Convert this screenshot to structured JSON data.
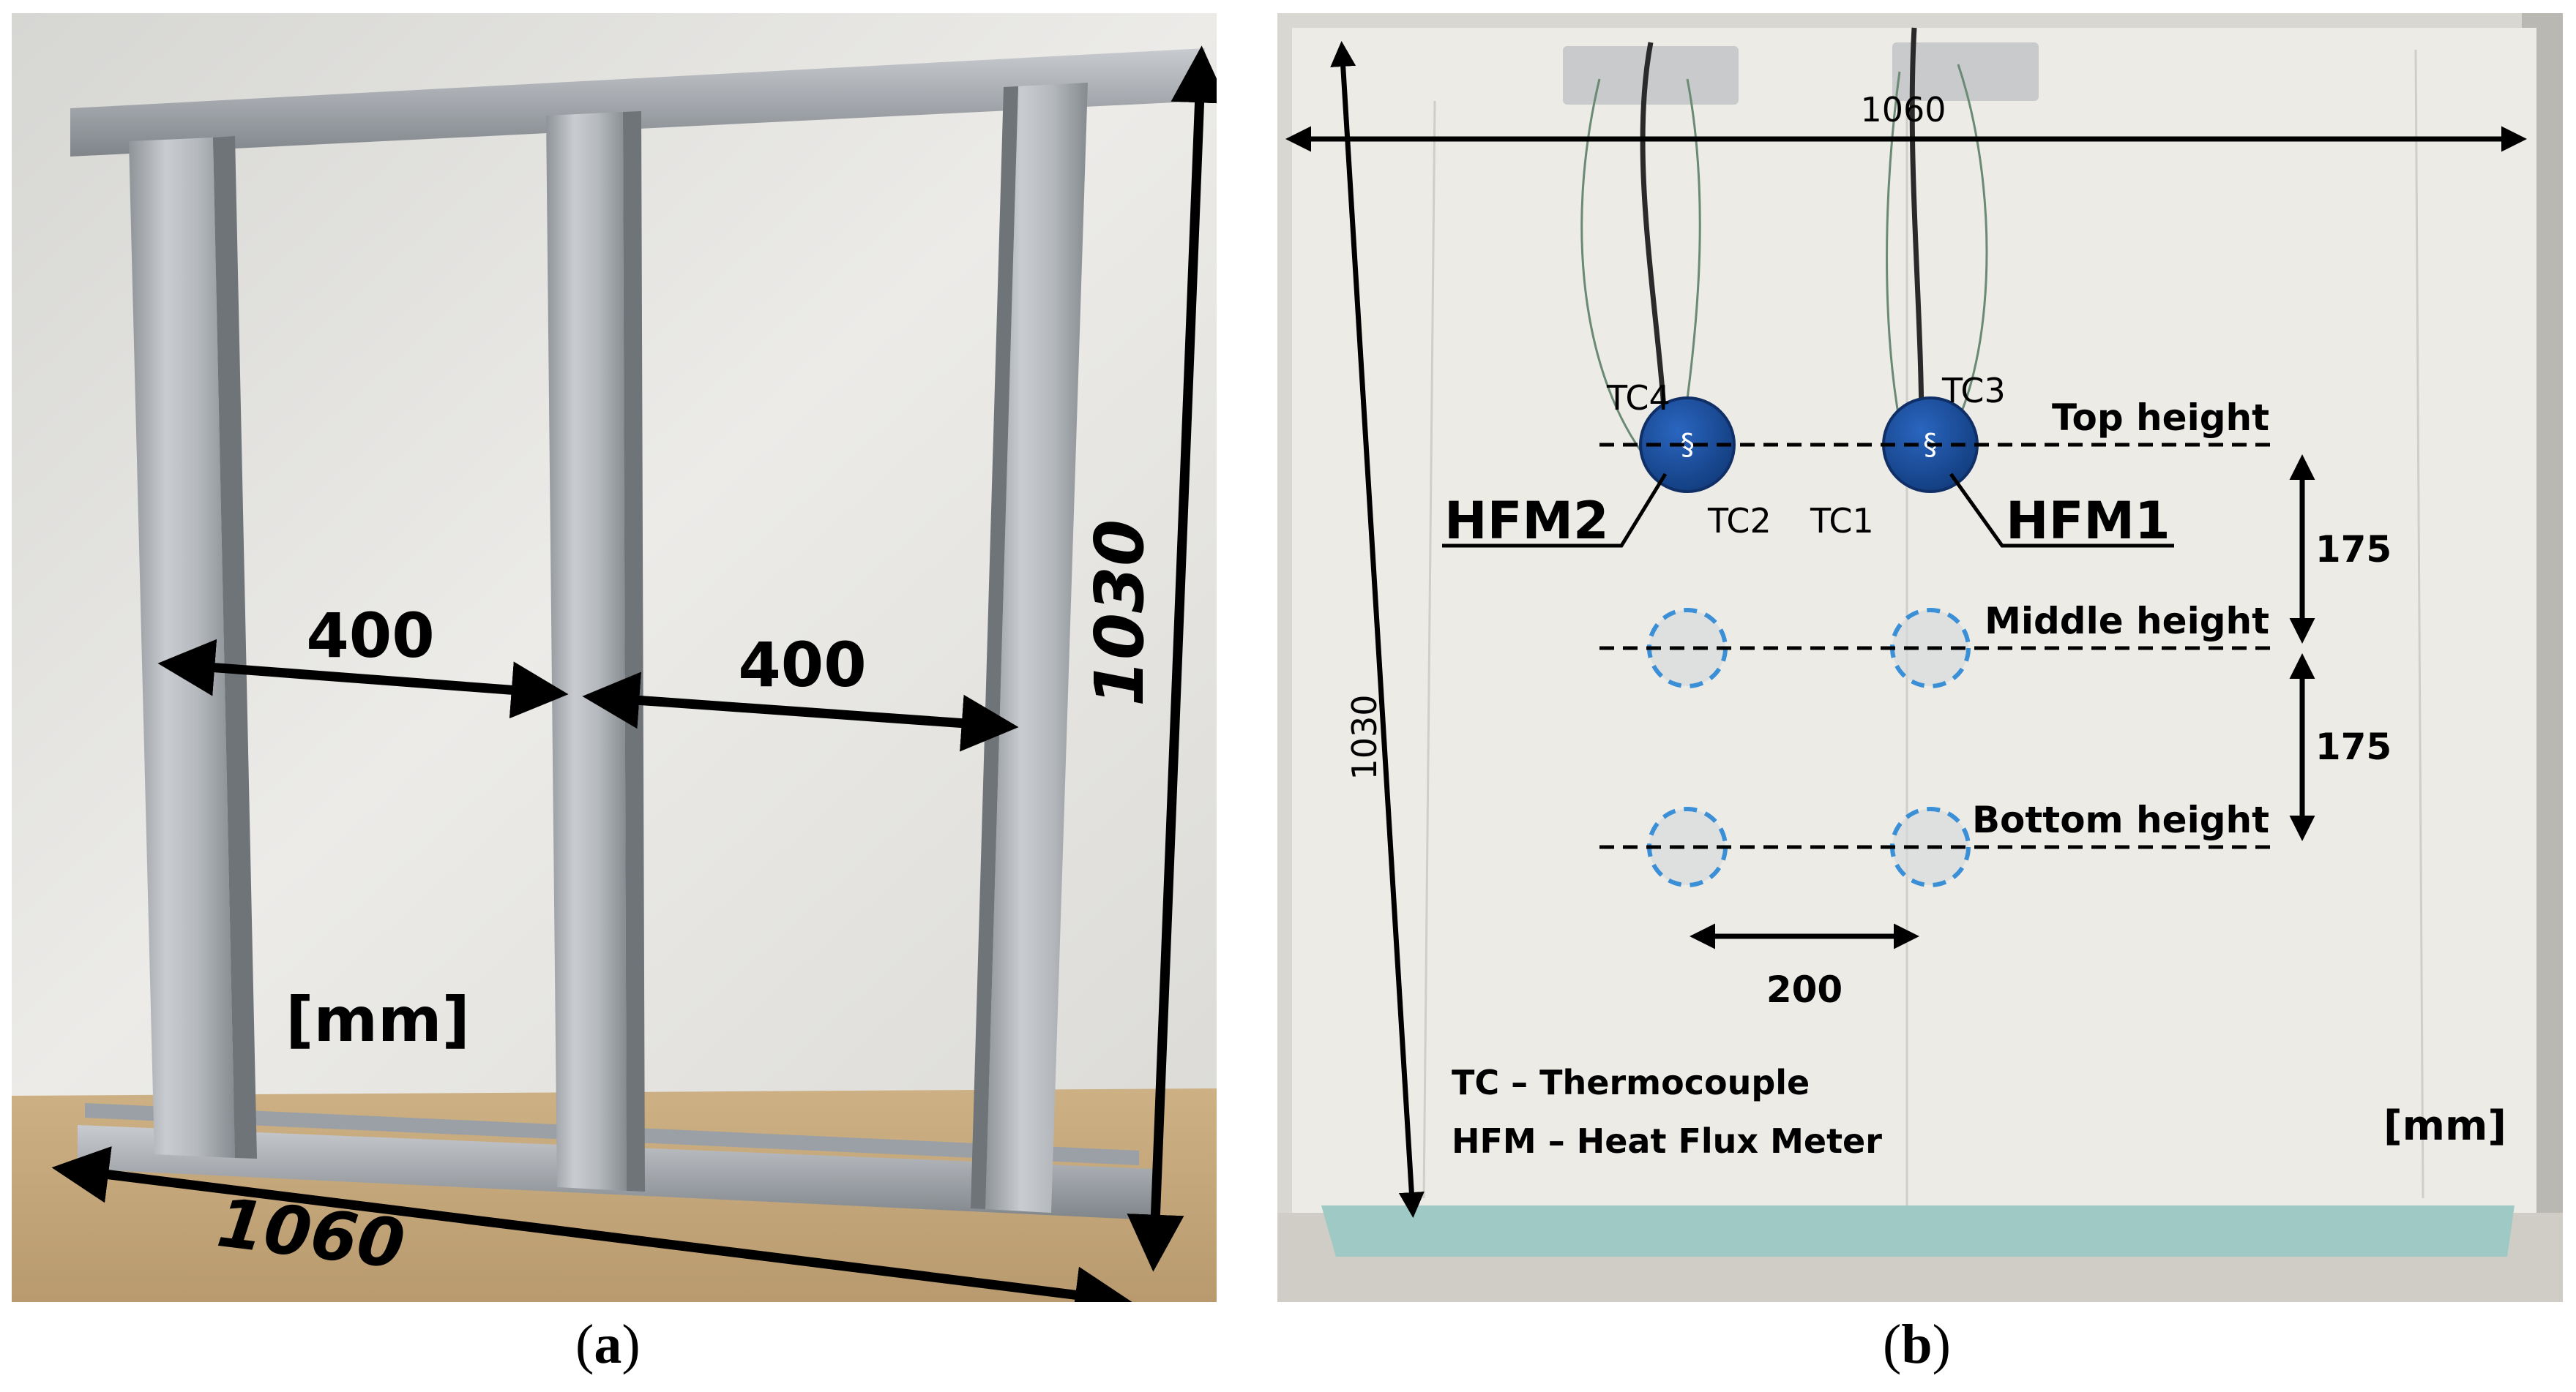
{
  "panel_a": {
    "caption_letter": "a",
    "width_label": "1060",
    "height_label": "1030",
    "bay_left_label": "400",
    "bay_right_label": "400",
    "unit_label": "[mm]"
  },
  "panel_b": {
    "caption_letter": "b",
    "width_label": "1060",
    "height_label": "1030",
    "tc4": "TC4",
    "tc3": "TC3",
    "tc2": "TC2",
    "tc1": "TC1",
    "hfm2": "HFM2",
    "hfm1": "HFM1",
    "top_height": "Top height",
    "middle_height": "Middle height",
    "bottom_height": "Bottom height",
    "spacing_upper": "175",
    "spacing_lower": "175",
    "horizontal_spacing": "200",
    "legend_tc": "TC – Thermocouple",
    "legend_hfm": "HFM – Heat Flux Meter",
    "unit_label": "[mm]"
  },
  "colors": {
    "sensor_blue": "#1a4f9e",
    "dashed_circle": "#3a8fd6",
    "wall_white": "#ecebe6",
    "floor_wood": "#c4a77e",
    "base_teal": "#9ec9c4"
  }
}
